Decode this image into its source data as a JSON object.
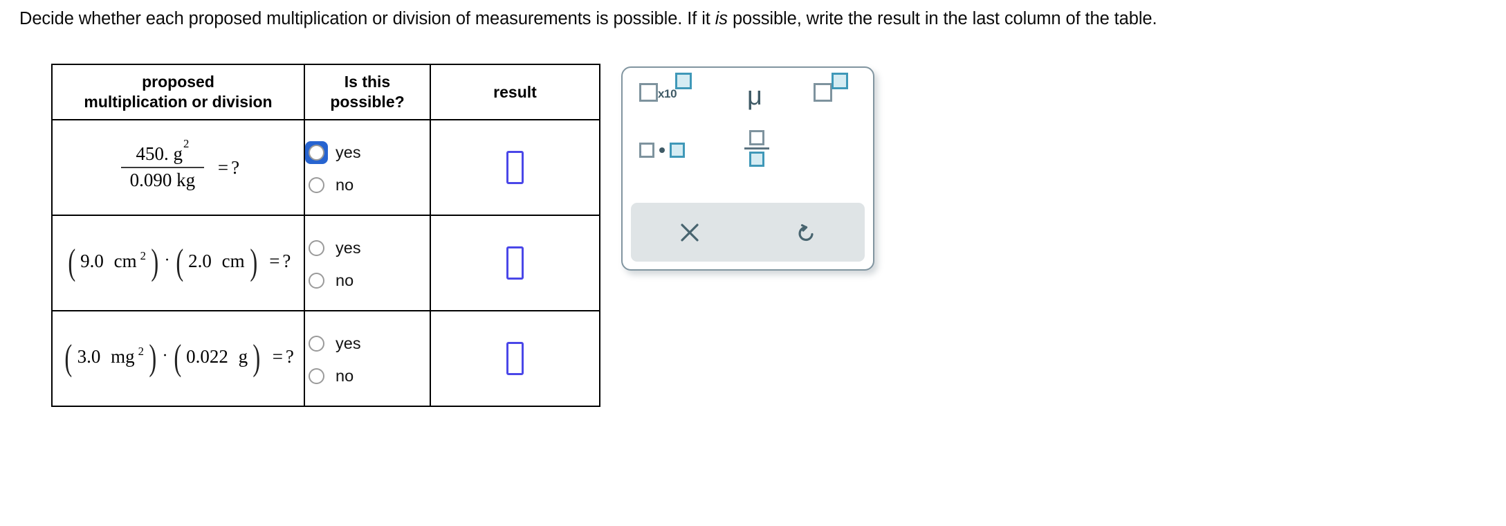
{
  "prompt": {
    "before_em": "Decide whether each proposed multiplication or division of measurements is possible. If it ",
    "em": "is",
    "after_em": " possible, write the result in the last column of the table."
  },
  "table": {
    "headers": {
      "proposed_line1": "proposed",
      "proposed_line2": "multiplication or division",
      "possible_line1": "Is this",
      "possible_line2": "possible?",
      "result": "result"
    },
    "rows": [
      {
        "expression_kind": "fraction",
        "numerator_value": "450.",
        "numerator_unit": "g",
        "numerator_exponent": "2",
        "denominator": "0.090 kg",
        "equals": "=",
        "question_mark": "?",
        "yes_label": "yes",
        "no_label": "no",
        "yes_selected": false,
        "yes_focused": true,
        "no_selected": false,
        "result_value": ""
      },
      {
        "expression_kind": "product",
        "left_value": "9.0",
        "left_unit": "cm",
        "left_exponent": "2",
        "operator": "·",
        "right_value": "2.0",
        "right_unit": "cm",
        "equals": "=",
        "question_mark": "?",
        "yes_label": "yes",
        "no_label": "no",
        "yes_selected": false,
        "yes_focused": false,
        "no_selected": false,
        "result_value": ""
      },
      {
        "expression_kind": "product",
        "left_value": "3.0",
        "left_unit": "mg",
        "left_exponent": "2",
        "operator": "·",
        "right_value": "0.022",
        "right_unit": "g",
        "equals": "=",
        "question_mark": "?",
        "yes_label": "yes",
        "no_label": "no",
        "yes_selected": false,
        "yes_focused": false,
        "no_selected": false,
        "result_value": ""
      }
    ]
  },
  "palette": {
    "buttons": [
      {
        "name": "scientific-notation",
        "x10_text": "x10"
      },
      {
        "name": "micro-symbol",
        "glyph": "μ"
      },
      {
        "name": "exponent"
      },
      {
        "name": "multiplication"
      },
      {
        "name": "fraction"
      }
    ],
    "actions": [
      {
        "name": "clear",
        "icon": "close-x-icon"
      },
      {
        "name": "undo",
        "icon": "undo-arrow-icon"
      }
    ]
  },
  "colors": {
    "focus_ring": "#2764d0",
    "answer_box_border": "#4a47e8",
    "palette_border": "#8195a0",
    "palette_accent": "#3f98b8",
    "palette_fill": "#d5ecf3",
    "palette_gray": "#7e939e",
    "action_bar_bg": "#dfe4e6"
  }
}
